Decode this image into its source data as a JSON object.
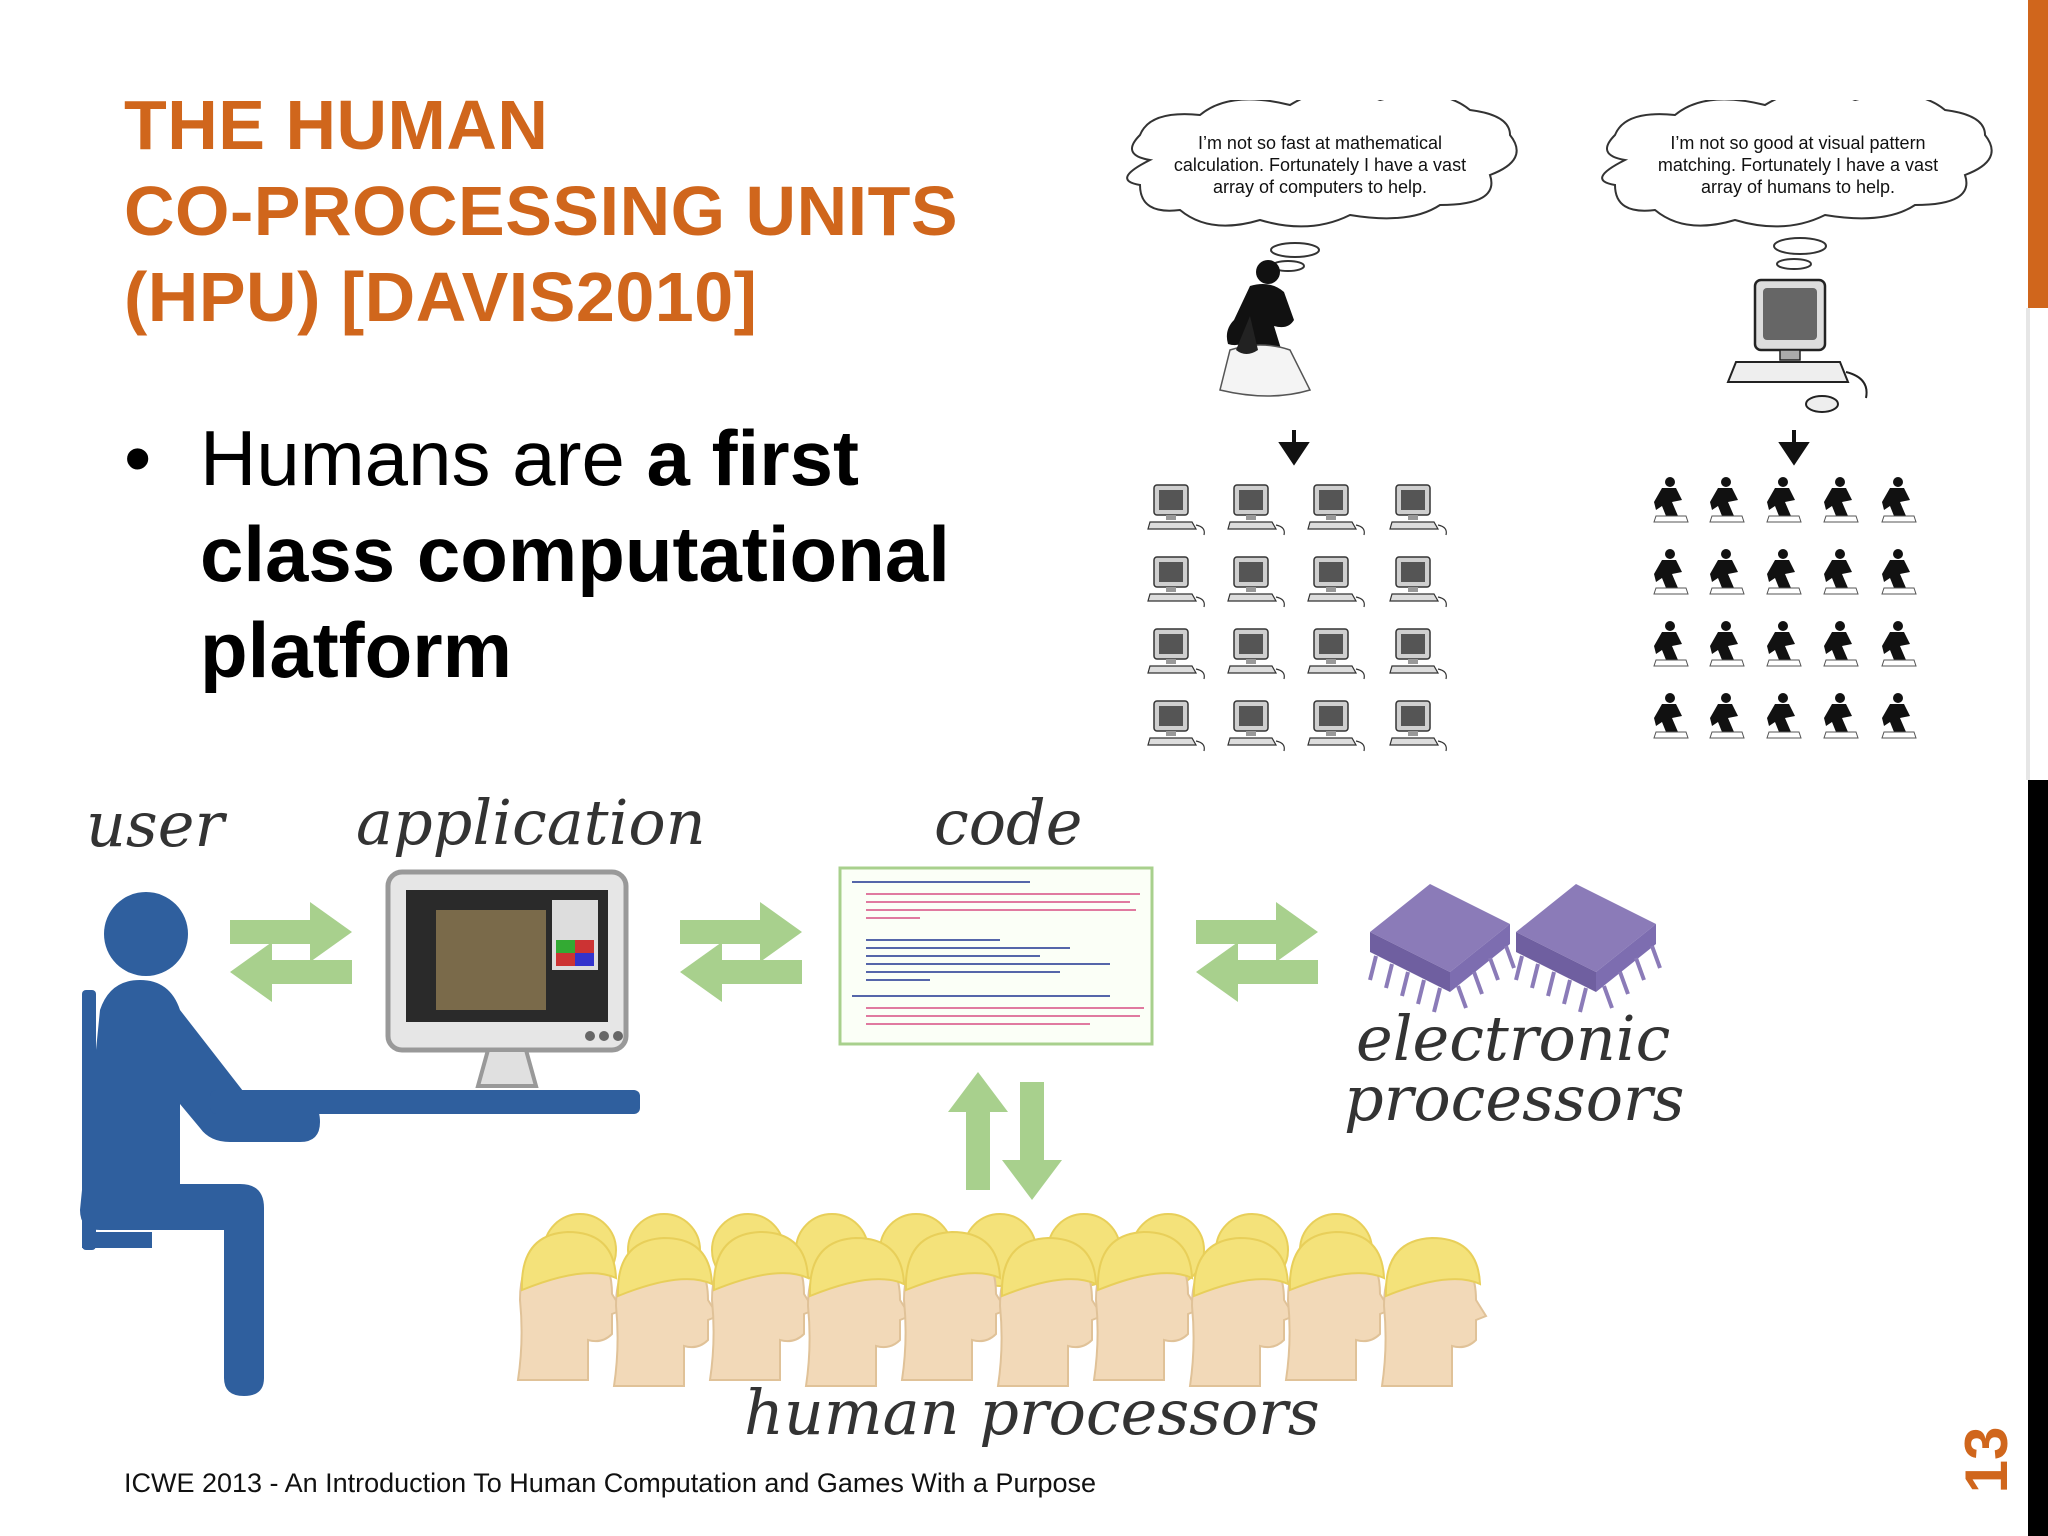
{
  "slide": {
    "title_lines": [
      "THE HUMAN",
      "CO-PROCESSING UNITS",
      "(HPU) [DAVIS2010]"
    ],
    "bullet": {
      "marker": "•",
      "plain": "Humans are ",
      "bold": "a first class computational platform"
    },
    "cloud_left": "I’m not so fast at mathematical calculation. Fortunately I have a vast array of computers to help.",
    "cloud_right": "I’m not so good at visual pattern matching. Fortunately I have a vast array of humans to help.",
    "diagram": {
      "user_label": "user",
      "application_label": "application",
      "code_label": "code",
      "electronic_label_1": "electronic",
      "electronic_label_2": "processors",
      "human_label": "human processors"
    },
    "footer": "ICWE 2013 - An Introduction To Human Computation and Games With a Purpose",
    "page_number": "13"
  },
  "colors": {
    "title": "#d0661c",
    "accent_bar": "#d0661c",
    "arrow_green": "#a8d08d",
    "user_blue": "#2f5f9e",
    "chip_purple": "#8b7bb8",
    "head_yellow": "#f4e27a",
    "head_skin": "#f2d9b8"
  }
}
